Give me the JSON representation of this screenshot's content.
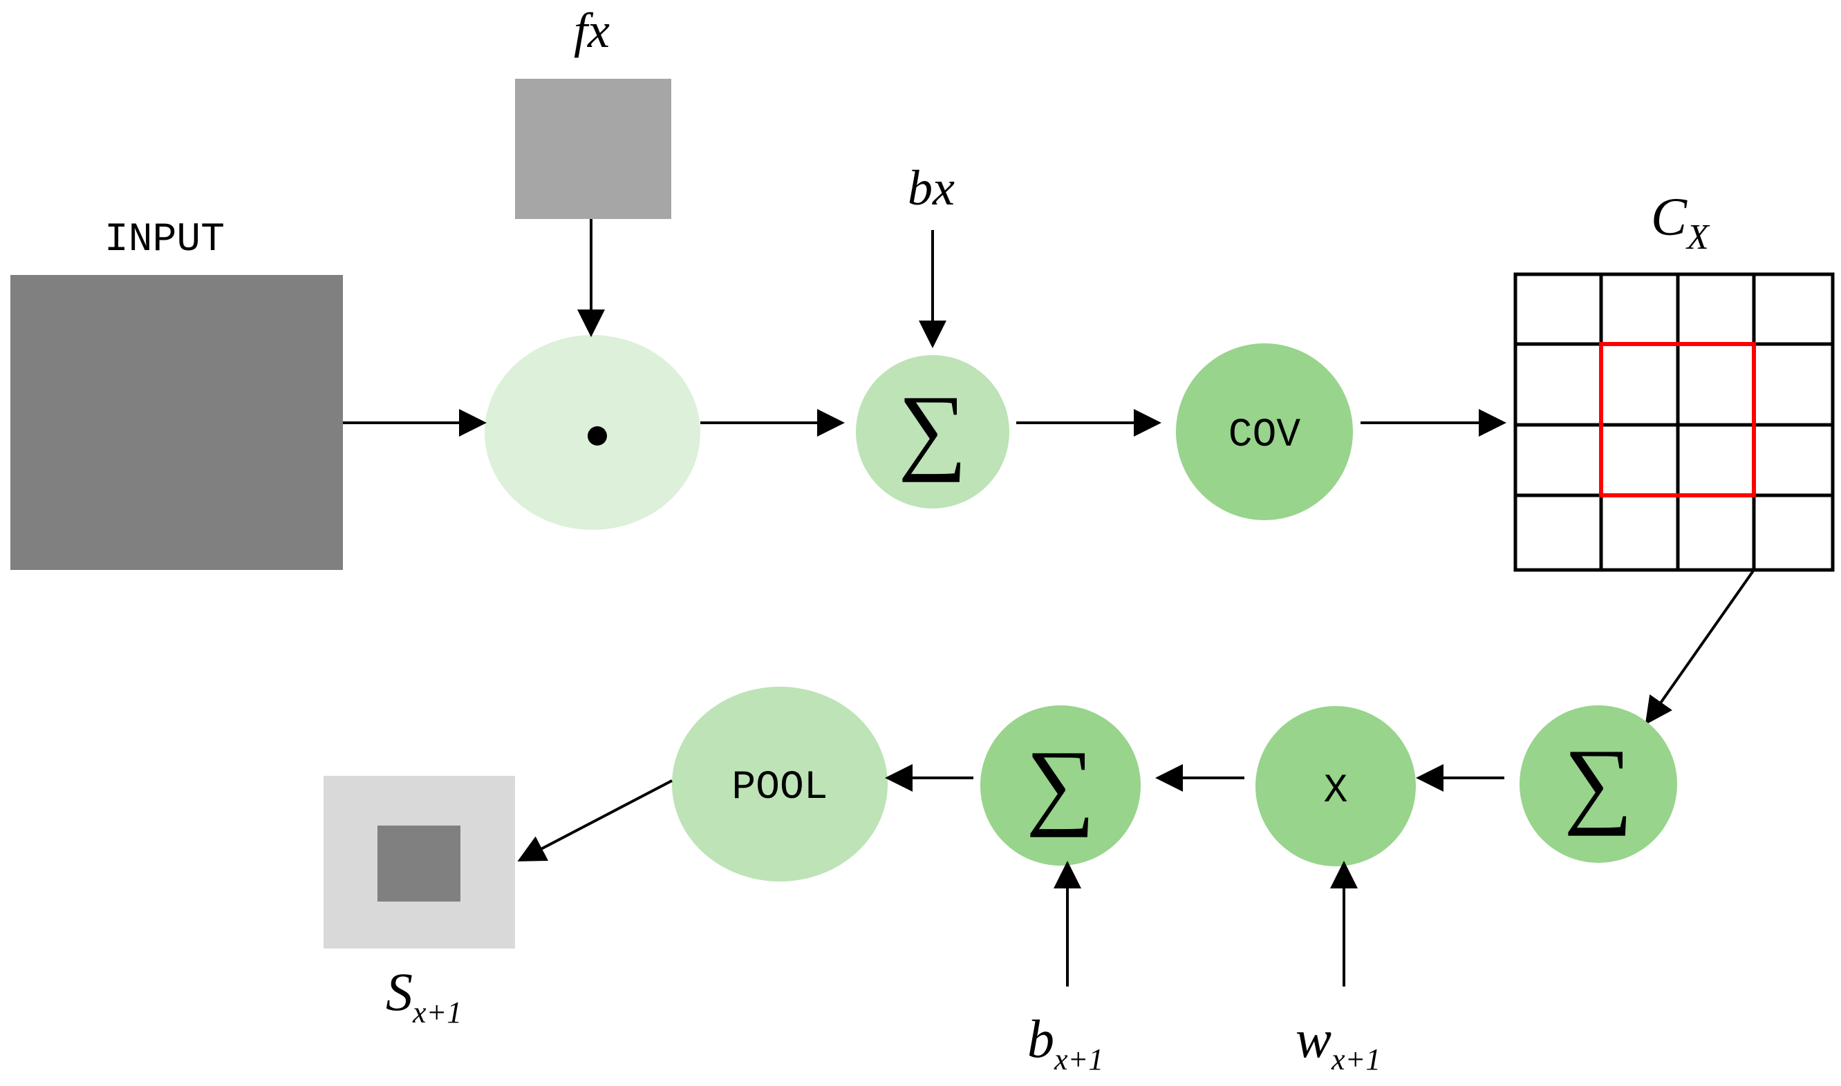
{
  "labels": {
    "input": "INPUT",
    "fx": "fx",
    "bx": "bx",
    "cx_main": "C",
    "cx_sub": "X",
    "cov": "COV",
    "sum_symbol": "∑",
    "multiply": "X",
    "pool": "POOL",
    "s_main": "S",
    "s_sub": "x+1",
    "b_main": "b",
    "b_sub": "x+1",
    "w_main": "w",
    "w_sub": "x+1"
  },
  "colors": {
    "dark_gray": "#808080",
    "mid_gray": "#a6a6a6",
    "light_gray": "#d9d9d9",
    "green_lightest": "#ddf0da",
    "green_light": "#bde3b6",
    "green_mid": "#98d48c",
    "grid_highlight": "#ff0000",
    "stroke": "#000000"
  }
}
